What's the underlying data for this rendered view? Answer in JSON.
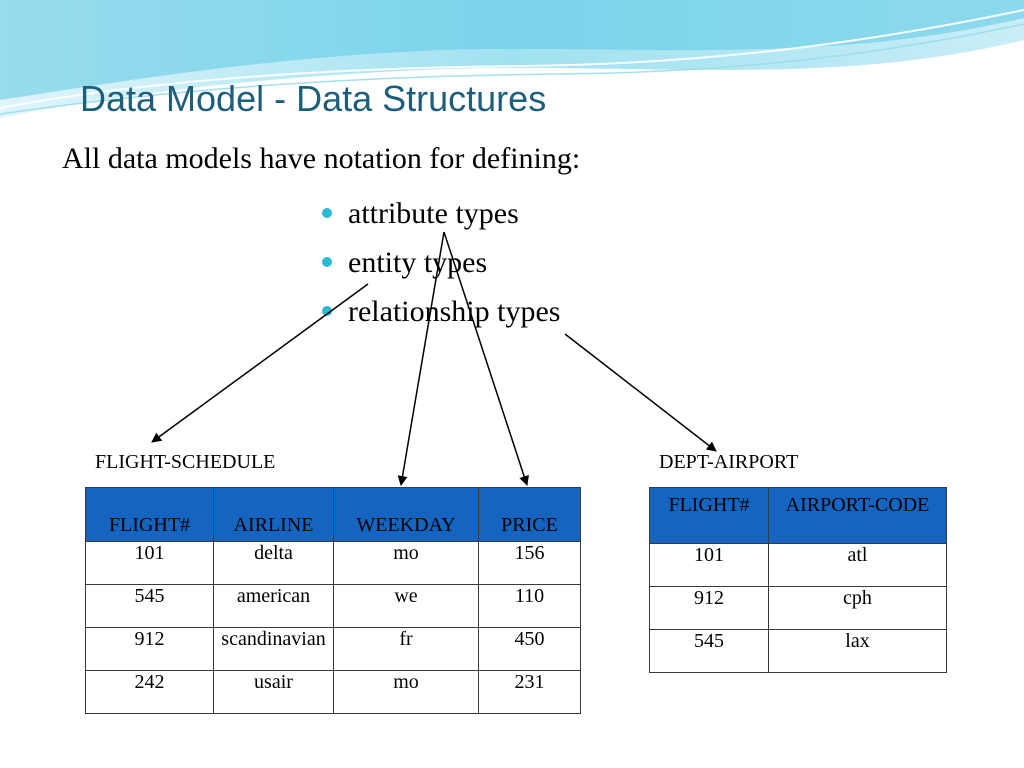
{
  "slide": {
    "title": "Data Model - Data Structures",
    "intro": "All data models have notation for defining:",
    "bullets": [
      "attribute types",
      "entity types",
      "relationship types"
    ]
  },
  "flight_schedule": {
    "caption": "FLIGHT-SCHEDULE",
    "headers": [
      "FLIGHT#",
      "AIRLINE",
      "WEEKDAY",
      "PRICE"
    ],
    "rows": [
      [
        "101",
        "delta",
        "mo",
        "156"
      ],
      [
        "545",
        "american",
        "we",
        "110"
      ],
      [
        "912",
        "scandinavian",
        "fr",
        "450"
      ],
      [
        "242",
        "usair",
        "mo",
        "231"
      ]
    ]
  },
  "dept_airport": {
    "caption": "DEPT-AIRPORT",
    "headers": [
      "FLIGHT#",
      "AIRPORT-CODE"
    ],
    "rows": [
      [
        "101",
        "atl"
      ],
      [
        "912",
        "cph"
      ],
      [
        "545",
        "lax"
      ]
    ]
  },
  "colors": {
    "title": "#1d5f7a",
    "bullet": "#2bbad6",
    "header_fill": "#1565c0",
    "wave_light": "#bfe9f4",
    "wave_mid": "#6fd0e6"
  }
}
